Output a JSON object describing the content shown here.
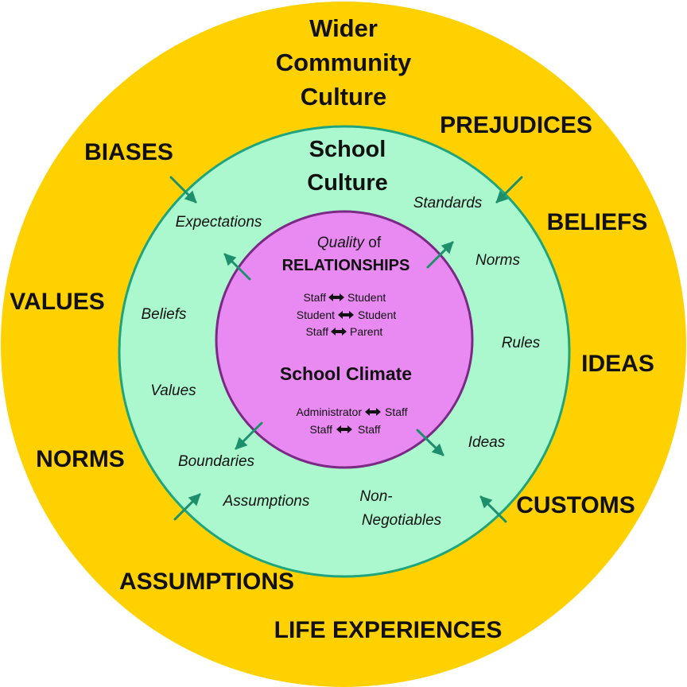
{
  "colors": {
    "outer_fill": "#FFD100",
    "middle_fill": "#ABF8CF",
    "middle_stroke": "#1FA57E",
    "inner_fill": "#E88AF1",
    "inner_stroke": "#7A2A84",
    "arrow": "#1E8F6D",
    "double_arrow": "#111111",
    "text": "#111111"
  },
  "outer": {
    "title_lines": [
      "Wider",
      "Community",
      "Culture"
    ],
    "labels": {
      "biases": "BIASES",
      "prejudices": "PREJUDICES",
      "beliefs": "BELIEFS",
      "values": "VALUES",
      "ideas": "IDEAS",
      "norms": "NORMS",
      "customs": "CUSTOMS",
      "assumptions": "ASSUMPTIONS",
      "life_experiences": "LIFE EXPERIENCES"
    }
  },
  "middle": {
    "title_lines": [
      "School",
      "Culture"
    ],
    "labels": {
      "expectations": "Expectations",
      "standards": "Standards",
      "norms": "Norms",
      "beliefs": "Beliefs",
      "rules": "Rules",
      "values": "Values",
      "ideas": "Ideas",
      "boundaries": "Boundaries",
      "assumptions": "Assumptions",
      "non_negotiables_line1": "Non-",
      "non_negotiables_line2": "Negotiables"
    }
  },
  "inner": {
    "quality_word": "Quality",
    "of_word": " of",
    "relationships": "RELATIONSHIPS",
    "pairs_top": [
      {
        "left": "Staff",
        "right": "Student"
      },
      {
        "left": "Student",
        "right": "Student"
      },
      {
        "left": "Staff",
        "right": "Parent"
      }
    ],
    "title": "School Climate",
    "pairs_bottom": [
      {
        "left": "Administrator",
        "right": "Staff"
      },
      {
        "left": "Staff",
        "right": "Staff"
      }
    ]
  },
  "arrows": {
    "influence_inward": [
      "biases-to-culture",
      "prejudices-to-culture",
      "assumptions-to-culture",
      "customs-to-culture"
    ],
    "influence_outward": [
      "climate-to-culture-top-left",
      "climate-to-culture-top-right",
      "climate-to-culture-bottom-left",
      "climate-to-culture-bottom-right"
    ]
  }
}
